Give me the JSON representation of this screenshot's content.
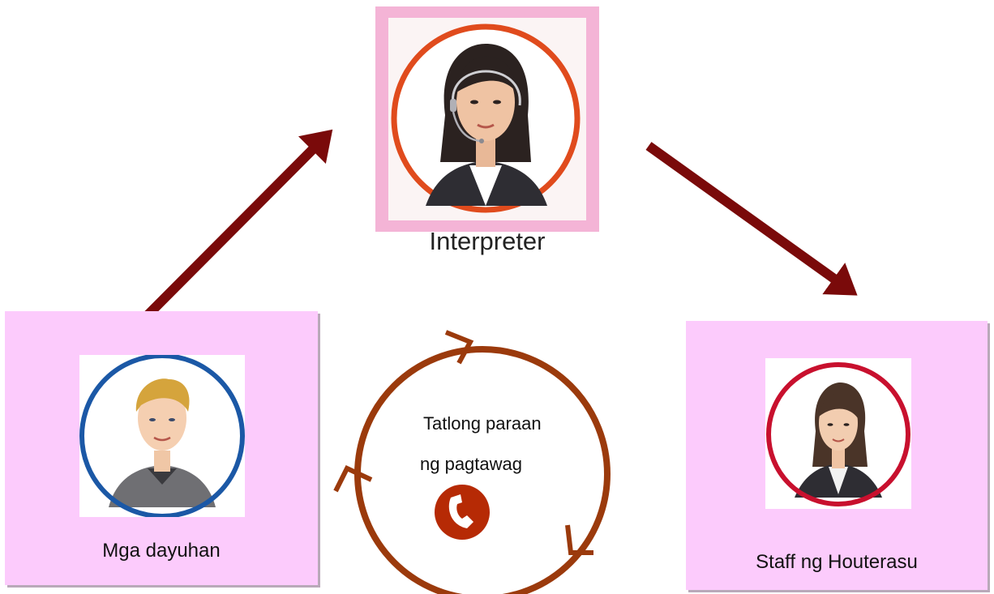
{
  "nodes": {
    "interpreter": {
      "label": "Interpreter",
      "ring_color": "#e04b1d"
    },
    "foreigner": {
      "label": "Mga dayuhan",
      "ring_color": "#1b58a6"
    },
    "staff": {
      "label": "Staff ng Houterasu",
      "ring_color": "#c8102e"
    }
  },
  "cycle": {
    "line1": "Tatlong paraan",
    "line2": "ng pagtawag",
    "color": "#9b3a0c"
  },
  "colors": {
    "arrow": "#7a0a0a",
    "panel": "#fccbfc",
    "frame": "#f4b4d6"
  },
  "icons": [
    "headset-icon",
    "phone-icon"
  ]
}
